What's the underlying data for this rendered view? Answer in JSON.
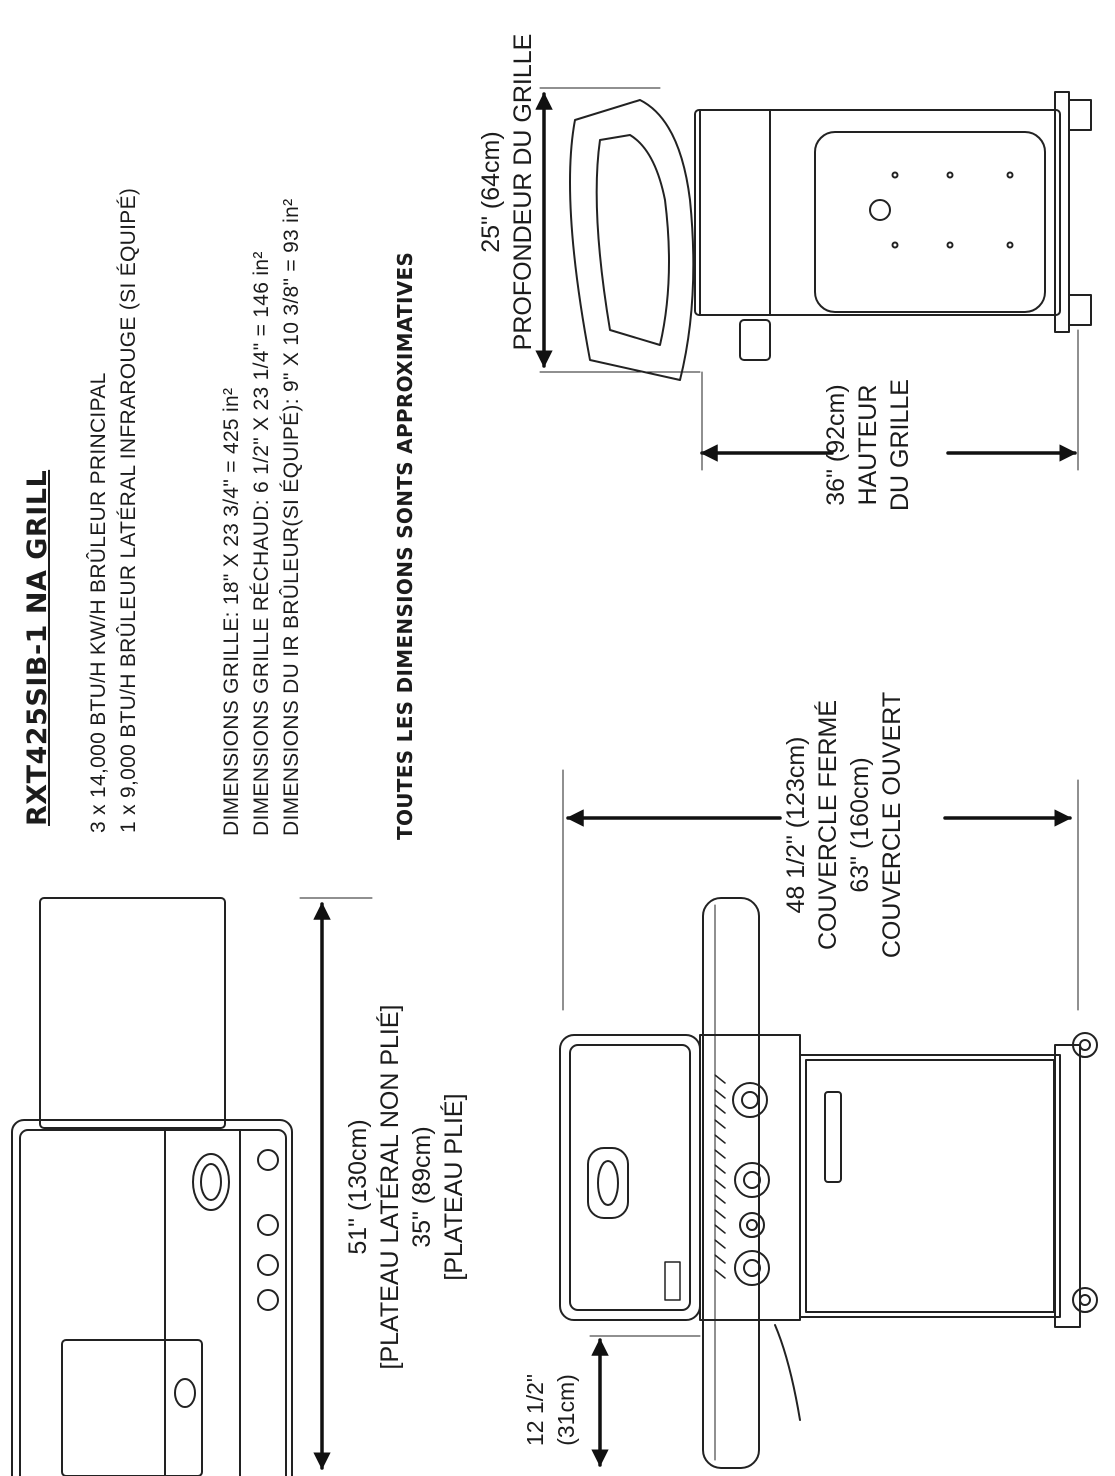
{
  "title": "RXT425SIB-1 NA GRILL",
  "burners": [
    "3 x 14,000 BTU/H KW/H BRÛLEUR PRINCIPAL",
    "1 x 9,000 BTU/H BRÛLEUR LATÉRAL INFRAROUGE (SI ÉQUIPÉ)"
  ],
  "grill_dimensions": [
    "DIMENSIONS GRILLE: 18\" X 23 3/4\" = 425 in²",
    "DIMENSIONS GRILLE RÉCHAUD: 6 1/2\" X 23 1/4\" = 146 in²",
    "DIMENSIONS DU IR BRÛLEUR(SI ÉQUIPÉ): 9\" X 10 3/8\" = 93 in²"
  ],
  "note": "TOUTES LES DIMENSIONS SONTS APPROXIMATIVES",
  "depth": {
    "value": "25\" (64cm)",
    "label": "PROFONDEUR DU GRILLE"
  },
  "height": {
    "value": "36\" (92cm)",
    "label1": "HAUTEUR",
    "label2": "DU GRILLE"
  },
  "width": {
    "value_open": "51\" (130cm)",
    "label_open": "[PLATEAU LATÉRAL NON PLIÉ]",
    "value_folded": "35\" (89cm)",
    "label_folded": "[PLATEAU PLIÉ]"
  },
  "total_height": {
    "closed_value": "48 1/2\" (123cm)",
    "closed_label": "COUVERCLE FERMÉ",
    "open_value": "63\" (160cm)",
    "open_label": "COUVERCLE OUVERT"
  },
  "shelf": {
    "value": "12 1/2\"",
    "metric": "(31cm)"
  }
}
